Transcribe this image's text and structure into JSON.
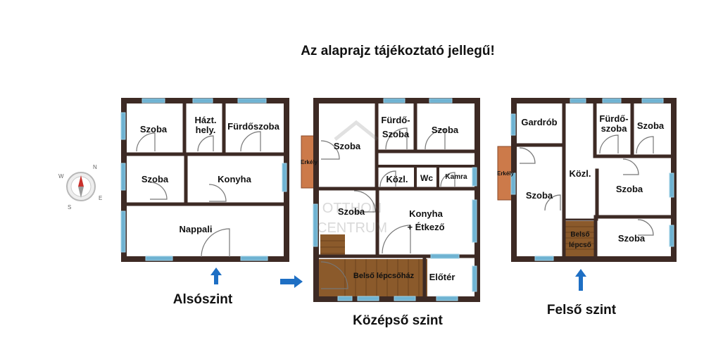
{
  "notice": "Az alaprajz tájékoztató jellegű!",
  "compass": {
    "north": "N",
    "west": "W",
    "east": "E",
    "south": "S"
  },
  "watermark": {
    "line1": "OTTHON",
    "line2": "CENTRUM"
  },
  "colors": {
    "wall": "#3d2a24",
    "window": "#6fb3d2",
    "window_edge": "#9fd0e6",
    "stairs": "#8b5a2b",
    "balcony": "#cc7a4a",
    "arrow": "#1e6fc4",
    "door": "#777777"
  },
  "lower": {
    "level_label": "Alsószint",
    "rooms": {
      "szoba_top": "Szoba",
      "haztartasi_1": "Házt.",
      "haztartasi_2": "hely.",
      "furdoszoba": "Fürdőszoba",
      "szoba_mid": "Szoba",
      "konyha": "Konyha",
      "nappali": "Nappali"
    }
  },
  "middle": {
    "level_label": "Középső szint",
    "rooms": {
      "erkely": "Erkély",
      "furdo_1": "Fürdő-",
      "furdo_2": "Szoba",
      "szoba_tr": "Szoba",
      "szoba_tl": "Szoba",
      "kozl": "Közl.",
      "wc": "Wc",
      "kamra": "Kamra",
      "szoba_l": "Szoba",
      "konyha_1": "Konyha",
      "konyha_2": "+ Étkező",
      "lepcsohaz": "Belső lépcsőház",
      "eloter": "Előtér"
    }
  },
  "upper": {
    "level_label": "Felső szint",
    "rooms": {
      "gardrob": "Gardrób",
      "furdo_1": "Fürdő-",
      "furdo_2": "szoba",
      "szoba_tr": "Szoba",
      "erkely": "Erkély",
      "kozl": "Közl.",
      "szoba_l": "Szoba",
      "szoba_r": "Szoba",
      "lepcso_1": "Belső",
      "lepcso_2": "lépcső",
      "szoba_br": "Szoba"
    }
  }
}
